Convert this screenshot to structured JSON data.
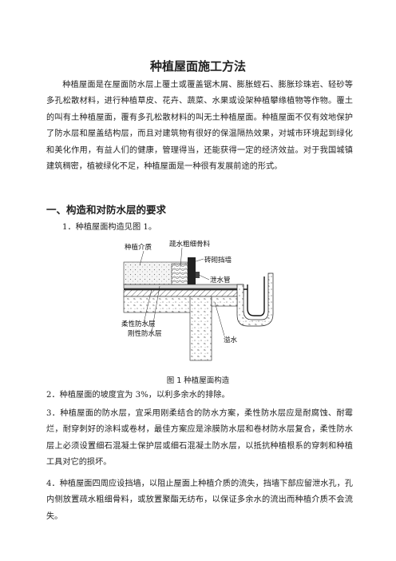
{
  "title": "种植屋面施工方法",
  "intro": "种植屋面是在屋面防水层上覆土或覆盖锯木屑、膨胀蛭石、膨胀珍珠岩、轻砂等多孔松散材料，进行种植草皮、花卉、蔬菜、水果或设架种植攀缘植物等作物。覆土的叫有土种植屋面，覆有多孔松散材料的叫无土种植屋面。种植屋面不仅有效地保护了防水层和屋盖结构层，而且对建筑物有很好的保温隔热效果，对城市环境起到绿化和美化作用，有益人们的健康，管理得当，还能获得一定的经济效益。对于我国城镇建筑稠密，植被绿化不足，种植屋面是一种很有发展前途的形式。",
  "section1": {
    "heading": "一、构造和对防水层的要求",
    "item1": "1．种植屋面构造见图 1。",
    "figure": {
      "labels": {
        "planting_medium": "种植介质",
        "drainage_aggregate": "疏水粗细骨料",
        "brick_wall": "砖砌挡墙",
        "drain_pipe": "泄水管",
        "flexible_layer": "柔性防水层",
        "rigid_layer": "刚性防水层",
        "overflow": "溢水"
      },
      "caption": "图 1  种植屋面构造"
    },
    "item2": "2．种植屋面的坡度宜为 3%，以利多余水的排除。",
    "item3": "3．种植屋面的防水层，宜采用刚柔结合的防水方案，柔性防水层应是耐腐蚀、耐霉烂，耐穿刺好的涂料或卷材，最佳方案应是涂膜防水层和卷材防水层复合，柔性防水层上必须设置细石混凝土保护层或细石混凝土防水层，以抵抗种植根系的穿刺和种植工具对它的损坏。",
    "item4": "4．种植屋面四周应设挡墙，以阻止屋面上种植介质的流失，挡墙下部应留泄水孔，孔内侧放置疏水粗细骨料，或放置聚酯无纺布，以保证多余水的流出而种植介质不会流失。"
  }
}
